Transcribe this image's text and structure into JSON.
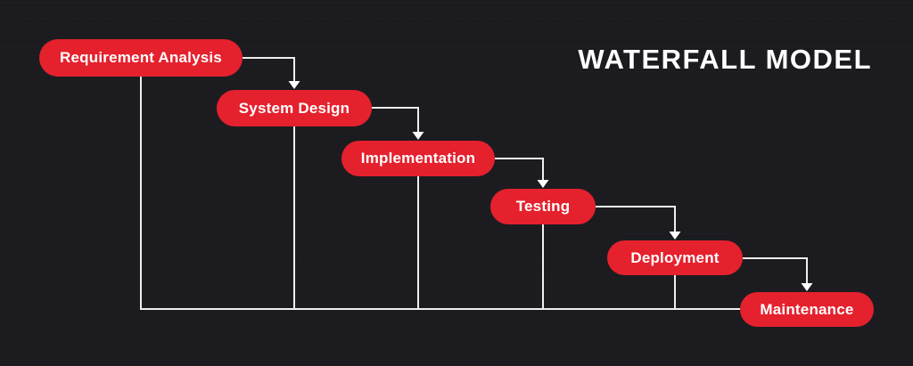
{
  "title": "WATERFALL MODEL",
  "colors": {
    "background": "#1b1b1f",
    "stage_fill": "#e5212e",
    "stage_text": "#ffffff",
    "connector": "#efefef"
  },
  "diagram": {
    "type": "waterfall-flowchart",
    "flow_direction": "top-left to bottom-right staircase",
    "stages": [
      {
        "label": "Requirement Analysis"
      },
      {
        "label": "System Design"
      },
      {
        "label": "Implementation"
      },
      {
        "label": "Testing"
      },
      {
        "label": "Deployment"
      },
      {
        "label": "Maintenance"
      }
    ],
    "connections": [
      {
        "from": "Requirement Analysis",
        "to": "System Design",
        "style": "elbow-arrow"
      },
      {
        "from": "System Design",
        "to": "Implementation",
        "style": "elbow-arrow"
      },
      {
        "from": "Implementation",
        "to": "Testing",
        "style": "elbow-arrow"
      },
      {
        "from": "Testing",
        "to": "Deployment",
        "style": "elbow-arrow"
      },
      {
        "from": "Deployment",
        "to": "Maintenance",
        "style": "elbow-arrow"
      },
      {
        "from": "all stages",
        "to": "Maintenance",
        "style": "bottom feedback rail"
      }
    ]
  }
}
